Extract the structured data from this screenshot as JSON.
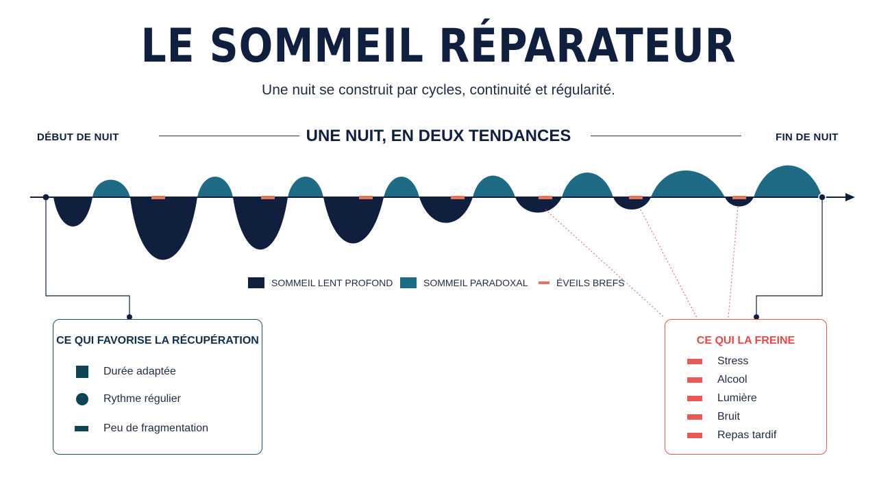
{
  "header": {
    "title": "LE SOMMEIL RÉPARATEUR",
    "subtitle": "Une nuit se construit par cycles, continuité et régularité."
  },
  "timeline": {
    "start_label": "DÉBUT DE NUIT",
    "end_label": "FIN DE NUIT",
    "center_label": "UNE NUIT, EN DEUX TENDANCES"
  },
  "legend": {
    "deep": "SOMMEIL LENT PROFOND",
    "rem": "SOMMEIL PARADOXAL",
    "wake": "ÉVEILS BREFS"
  },
  "good_card": {
    "title": "CE QUI FAVORISE LA RÉCUPÉRATION",
    "items": [
      "Durée adaptée",
      "Rythme régulier",
      "Peu de fragmentation"
    ]
  },
  "bad_card": {
    "title": "CE QUI LA FREINE",
    "items": [
      "Stress",
      "Alcool",
      "Lumière",
      "Bruit",
      "Repas tardif"
    ]
  },
  "colors": {
    "deep": "#0f1f3d",
    "rem": "#1f6b85",
    "wake": "#e2775f",
    "good": "#0f4457",
    "bad": "#e85a5a"
  }
}
